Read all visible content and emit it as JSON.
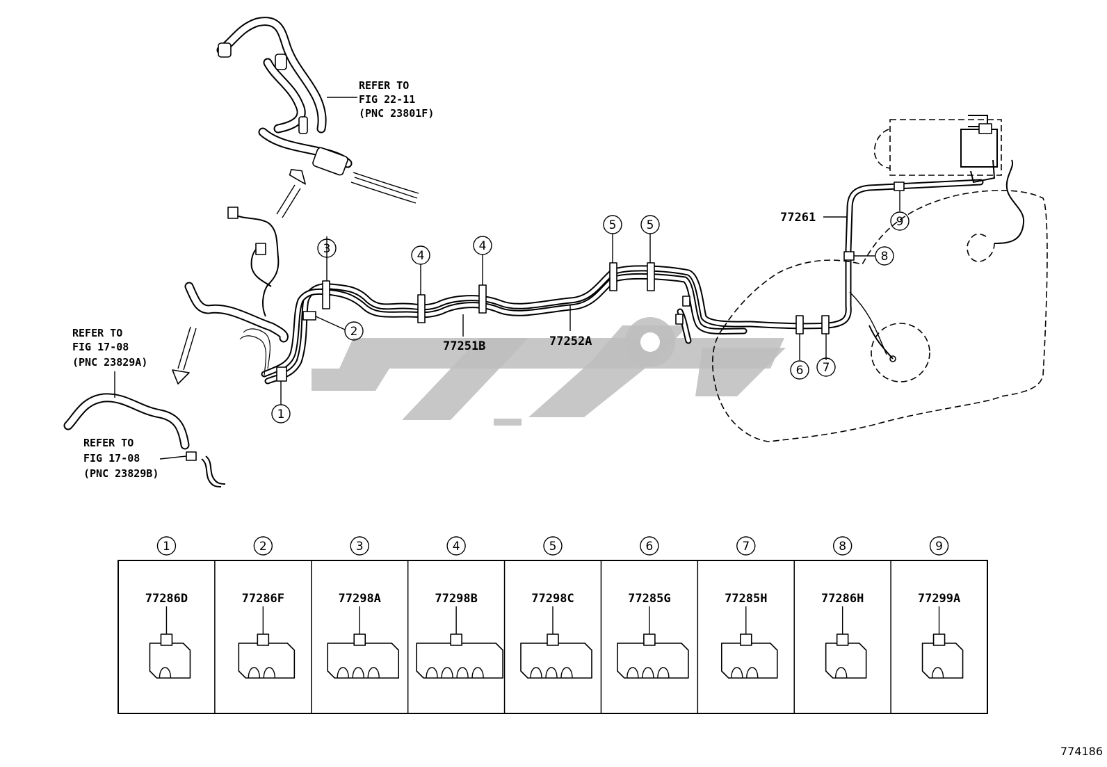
{
  "refs": {
    "top": {
      "line1": "REFER TO",
      "line2": "FIG 22-11",
      "line3": "(PNC 23801F)"
    },
    "left": {
      "line1": "REFER TO",
      "line2": "FIG 17-08",
      "line3": "(PNC 23829A)"
    },
    "bottom": {
      "line1": "REFER TO",
      "line2": "FIG 17-08",
      "line3": "(PNC 23829B)"
    }
  },
  "part_labels": {
    "tube_b": "77251B",
    "tube_a": "77252A",
    "vent_tube": "77261"
  },
  "callouts": [
    "1",
    "2",
    "3",
    "4",
    "4",
    "5",
    "5",
    "6",
    "7",
    "8",
    "9"
  ],
  "table": {
    "headers": [
      "1",
      "2",
      "3",
      "4",
      "5",
      "6",
      "7",
      "8",
      "9"
    ],
    "parts": [
      "77286D",
      "77286F",
      "77298A",
      "77298B",
      "77298C",
      "77285G",
      "77285H",
      "77286H",
      "77299A"
    ]
  },
  "figure_code": "774186",
  "colors": {
    "ink": "#000000",
    "watermark": "#bdbdbd",
    "background": "#ffffff"
  }
}
